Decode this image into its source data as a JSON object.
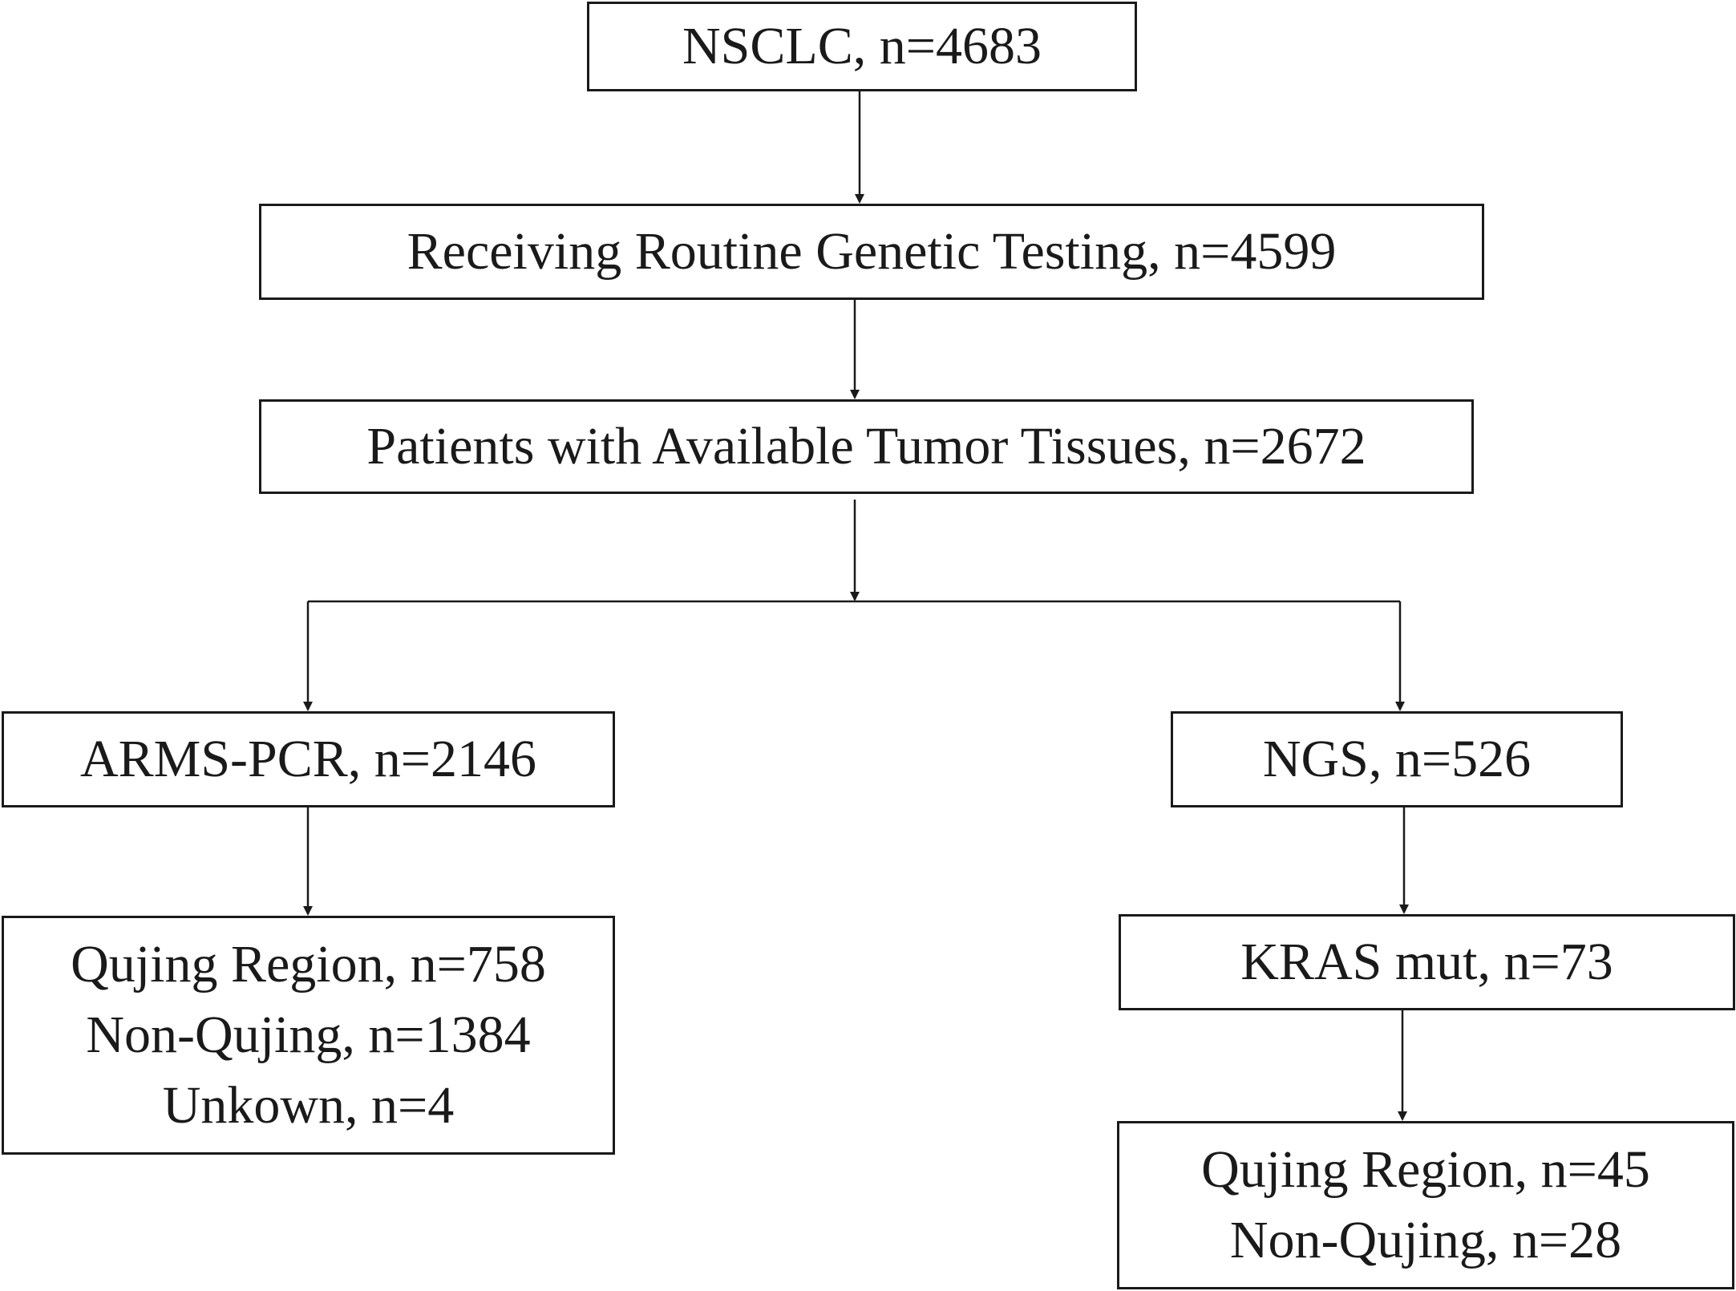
{
  "diagram": {
    "nodes": {
      "nsclc": {
        "lines": [
          "NSCLC, n=4683"
        ]
      },
      "genetic_testing": {
        "lines": [
          "Receiving Routine Genetic Testing, n=4599"
        ]
      },
      "tumor_tissues": {
        "lines": [
          "Patients with Available Tumor Tissues, n=2672"
        ]
      },
      "arms_pcr": {
        "lines": [
          "ARMS-PCR, n=2146"
        ]
      },
      "ngs": {
        "lines": [
          "NGS, n=526"
        ]
      },
      "arms_regions": {
        "lines": [
          "Qujing Region, n=758",
          "Non-Qujing, n=1384",
          "Unkown, n=4"
        ]
      },
      "kras_mut": {
        "lines": [
          "KRAS mut, n=73"
        ]
      },
      "kras_regions": {
        "lines": [
          "Qujing Region, n=45",
          "Non-Qujing, n=28"
        ]
      }
    },
    "edges": [
      {
        "from": "nsclc",
        "to": "genetic_testing"
      },
      {
        "from": "genetic_testing",
        "to": "tumor_tissues"
      },
      {
        "from": "tumor_tissues",
        "to": "arms_pcr"
      },
      {
        "from": "tumor_tissues",
        "to": "ngs"
      },
      {
        "from": "arms_pcr",
        "to": "arms_regions"
      },
      {
        "from": "ngs",
        "to": "kras_mut"
      },
      {
        "from": "kras_mut",
        "to": "kras_regions"
      }
    ]
  }
}
